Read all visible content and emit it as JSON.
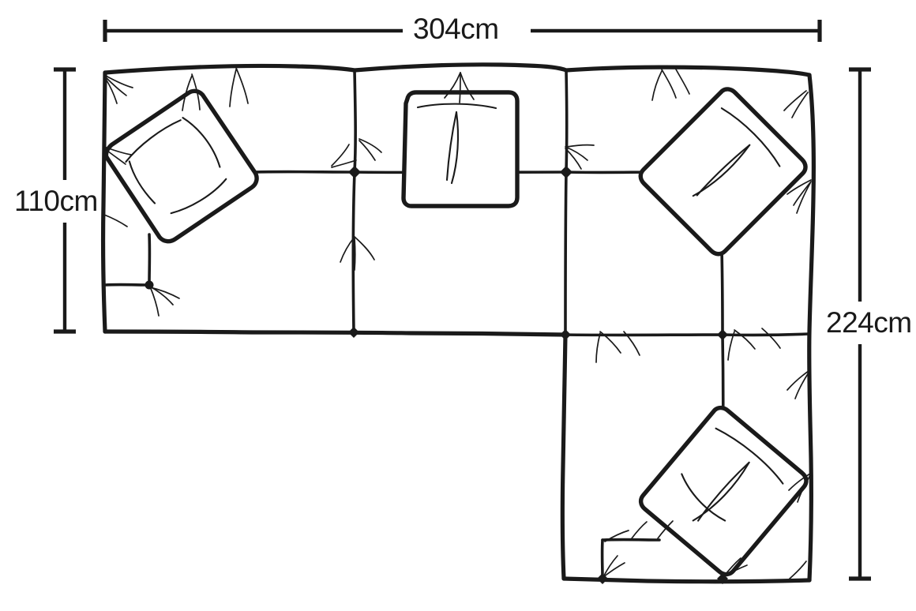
{
  "drawing": {
    "title": "Sectional sofa floor plan",
    "type": "technical-line-drawing",
    "style": "hand-sketched",
    "background_color": "#ffffff",
    "stroke_color": "#1a1a1a",
    "units": "cm"
  },
  "dimensions": {
    "width": {
      "label": "304cm",
      "value": 304,
      "unit": "cm",
      "orientation": "horizontal",
      "position": "top"
    },
    "depth_left": {
      "label": "110cm",
      "value": 110,
      "unit": "cm",
      "orientation": "vertical",
      "position": "left"
    },
    "depth_right": {
      "label": "224cm",
      "value": 224,
      "unit": "cm",
      "orientation": "vertical",
      "position": "right"
    }
  },
  "modules": [
    {
      "name": "left-arm-module",
      "cushion": "rotated-pillow",
      "cushion_rotation_deg": -35
    },
    {
      "name": "middle-module",
      "cushion": "square-pillow",
      "cushion_rotation_deg": 0
    },
    {
      "name": "right-corner-module",
      "cushion": "diamond-pillow",
      "cushion_rotation_deg": 45
    },
    {
      "name": "chaise-module",
      "cushion": "rotated-pillow",
      "cushion_rotation_deg": 40
    }
  ]
}
